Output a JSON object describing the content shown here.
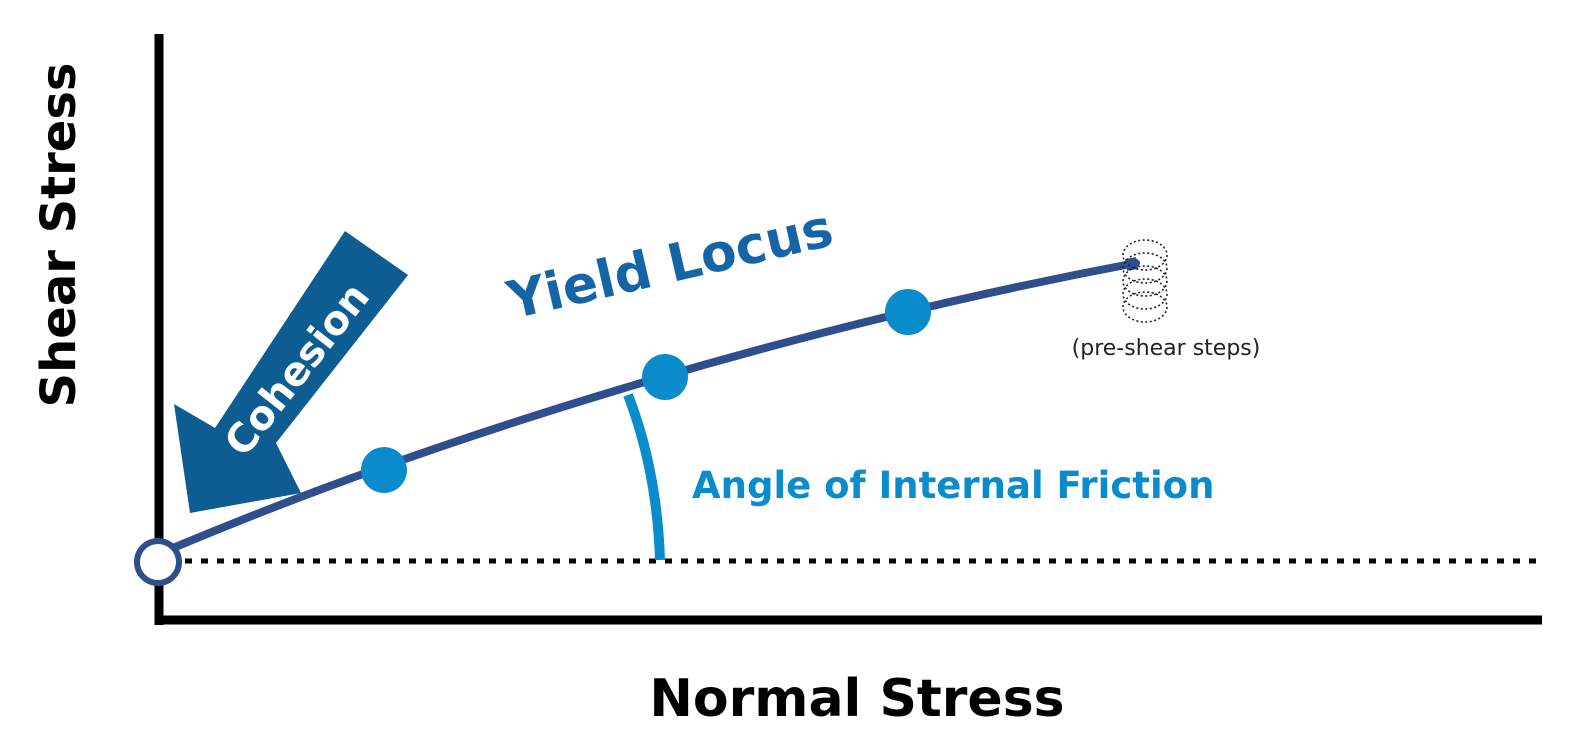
{
  "labels": {
    "y_axis": "Shear Stress",
    "x_axis": "Normal Stress",
    "curve": "Yield Locus",
    "arrow": "Cohesion",
    "angle": "Angle of Internal Friction",
    "steps_note": "(pre-shear steps)"
  },
  "colors": {
    "axis": "#000000",
    "curve": "#2e4f8c",
    "point": "#0a8ccc",
    "arrow": "#0d5c92",
    "curve_label": "#1565a6",
    "angle": "#0a8ccc",
    "dotted_line": "#000000"
  },
  "icons": {
    "origin_marker": "hollow-circle",
    "pre_shear_steps": "stacked-dotted-circles"
  }
}
